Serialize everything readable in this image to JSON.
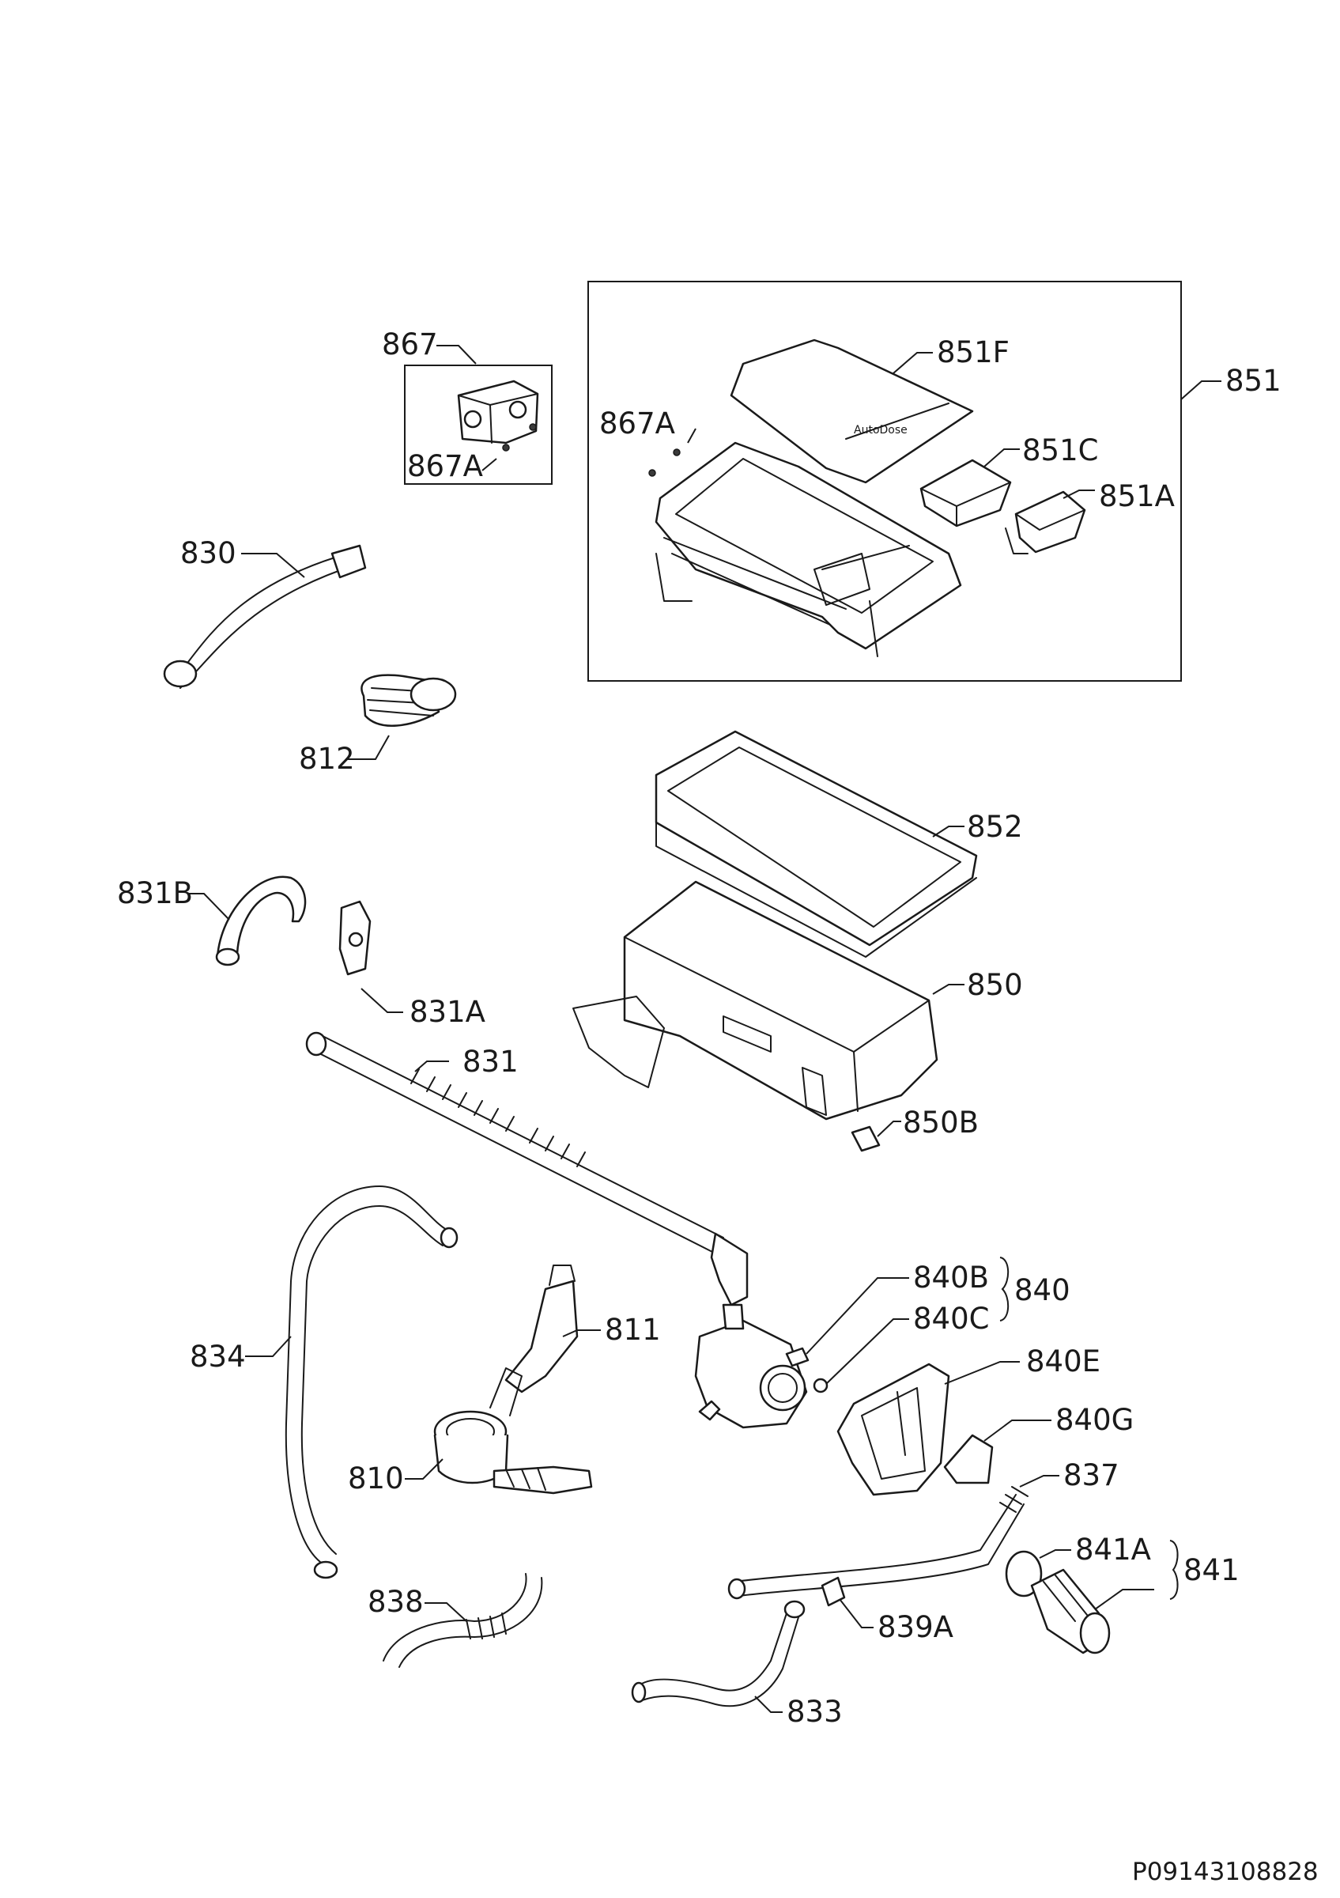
{
  "labels": {
    "l867": "867",
    "l867A_small": "867A",
    "l867A_big": "867A",
    "l851F": "851F",
    "l851": "851",
    "l851C": "851C",
    "l851A": "851A",
    "l830": "830",
    "l812": "812",
    "l852": "852",
    "l831B": "831B",
    "l831A": "831A",
    "l850": "850",
    "l831": "831",
    "l850B": "850B",
    "l840B": "840B",
    "l840": "840",
    "l840C": "840C",
    "l811": "811",
    "l834": "834",
    "l840E": "840E",
    "l840G": "840G",
    "l810": "810",
    "l837": "837",
    "l841A": "841A",
    "l841": "841",
    "l838": "838",
    "l839A": "839A",
    "l833": "833"
  },
  "dispenser_panel_text": "AutoDose",
  "drawing_code": "P09143108828"
}
